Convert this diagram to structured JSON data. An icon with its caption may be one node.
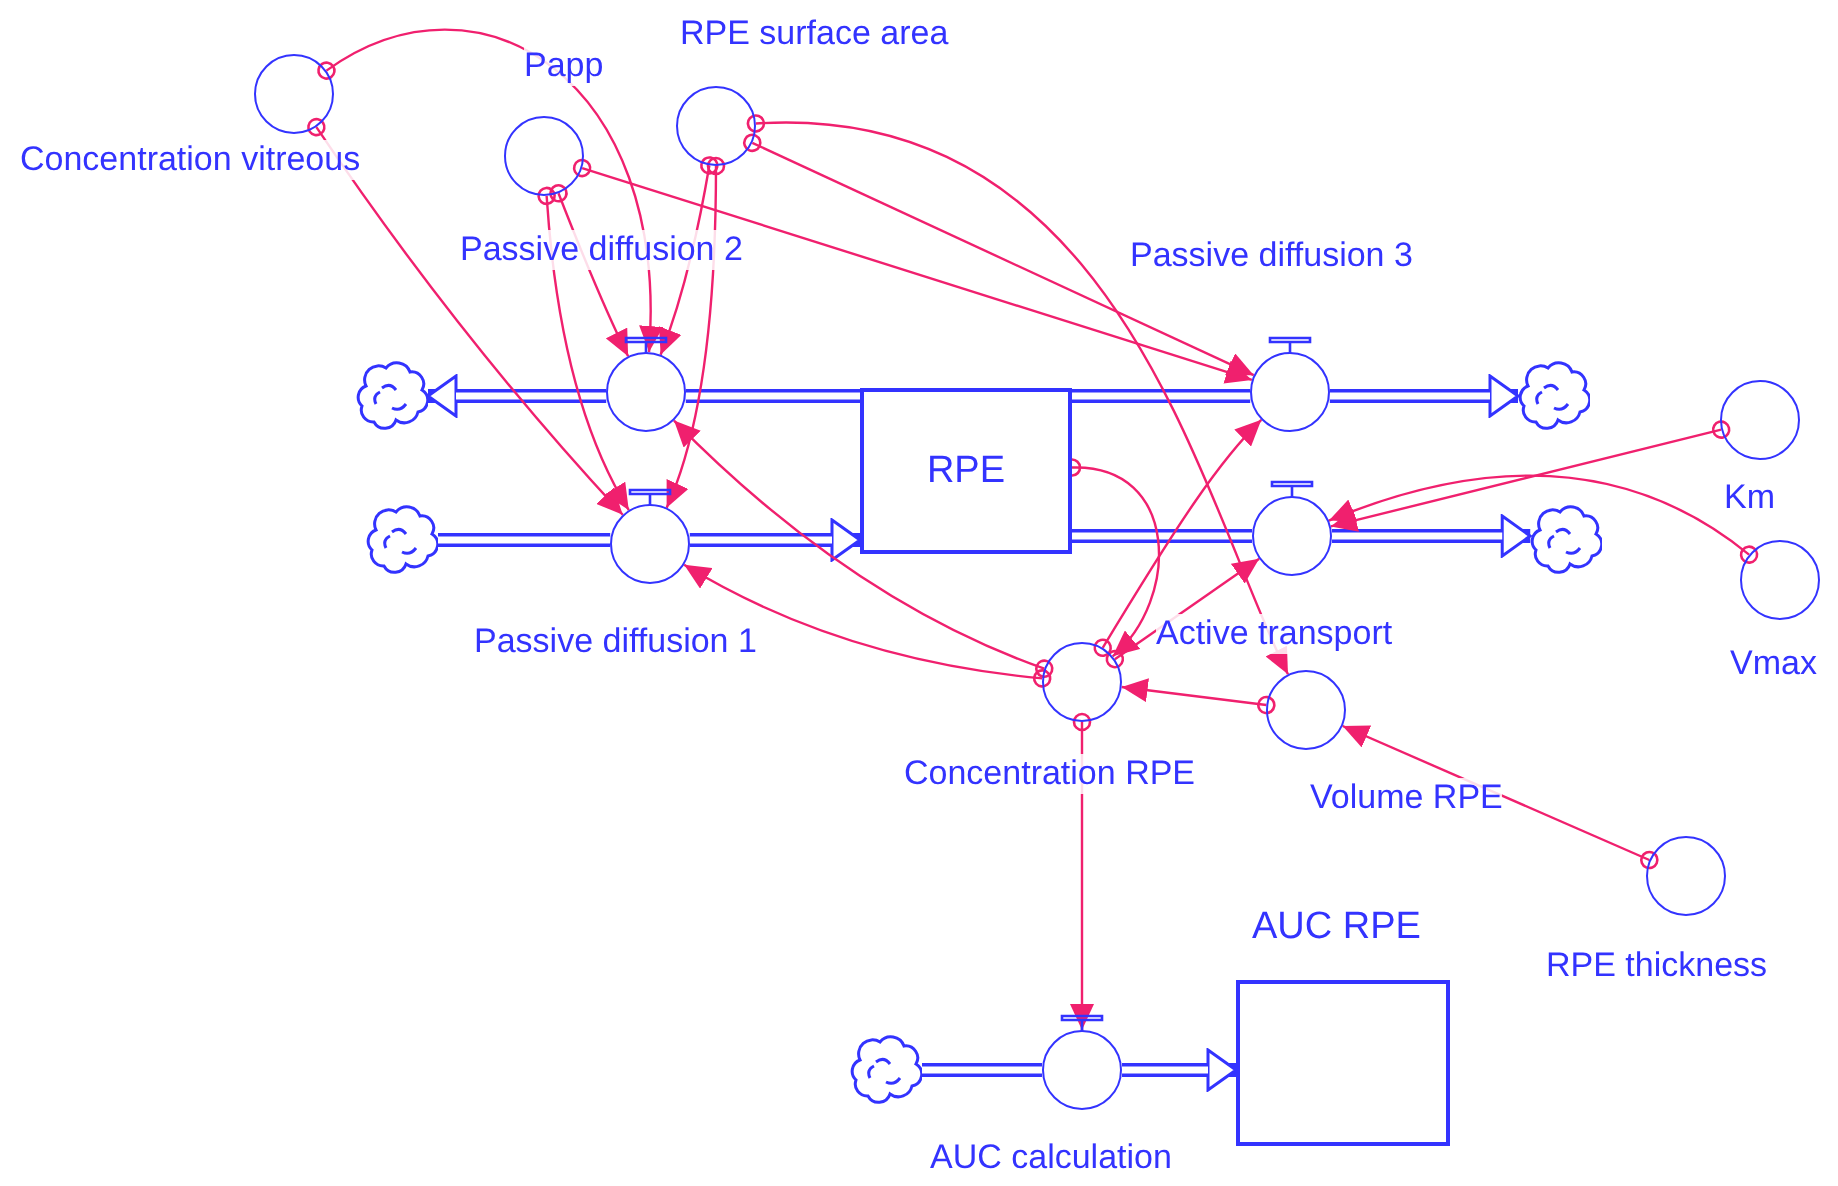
{
  "diagram": {
    "nodes": [
      {
        "text": [
          "Concentration vitreous"
        ]
      },
      {
        "text": [
          "Papp"
        ]
      },
      {
        "text": [
          "RPE surface area"
        ]
      },
      {
        "text": [
          "Passive diffusion 2"
        ]
      },
      {
        "text": [
          "Passive diffusion 3"
        ]
      },
      {
        "text": [
          "RPE"
        ]
      },
      {
        "text": [
          "Passive diffusion 1"
        ]
      },
      {
        "text": [
          "Active transport"
        ]
      },
      {
        "text": [
          "Km"
        ]
      },
      {
        "text": [
          "Vmax"
        ]
      },
      {
        "text": [
          "Concentration RPE"
        ]
      },
      {
        "text": [
          "Volume RPE"
        ]
      },
      {
        "text": [
          "RPE thickness"
        ]
      },
      {
        "text": [
          "AUC calculation"
        ]
      },
      {
        "text": [
          "AUC RPE"
        ]
      },
      {
        "text": [],
        "shape": "cloud"
      },
      {
        "text": [],
        "shape": "cloud"
      },
      {
        "text": [],
        "shape": "cloud"
      },
      {
        "text": [],
        "shape": "cloud"
      },
      {
        "text": [],
        "shape": "cloud"
      }
    ],
    "edges": [
      {
        "from": 5,
        "to": 3,
        "arrow": "none",
        "style": "thick",
        "color": "#3333ff"
      },
      {
        "from": 3,
        "to": 15,
        "arrow": "to",
        "style": "thick",
        "color": "#3333ff"
      },
      {
        "from": 16,
        "to": 6,
        "arrow": "none",
        "style": "thick",
        "color": "#3333ff"
      },
      {
        "from": 6,
        "to": 5,
        "arrow": "to",
        "style": "thick",
        "color": "#3333ff"
      },
      {
        "from": 5,
        "to": 4,
        "arrow": "none",
        "style": "thick",
        "color": "#3333ff"
      },
      {
        "from": 4,
        "to": 17,
        "arrow": "to",
        "style": "thick",
        "color": "#3333ff"
      },
      {
        "from": 5,
        "to": 7,
        "arrow": "none",
        "style": "thick",
        "color": "#3333ff"
      },
      {
        "from": 7,
        "to": 18,
        "arrow": "to",
        "style": "thick",
        "color": "#3333ff"
      },
      {
        "from": 19,
        "to": 13,
        "arrow": "none",
        "style": "thick",
        "color": "#3333ff"
      },
      {
        "from": 13,
        "to": 14,
        "arrow": "to",
        "style": "thick",
        "color": "#3333ff"
      },
      {
        "from": 0,
        "to": 3,
        "arrow": "to"
      },
      {
        "from": 0,
        "to": 6,
        "arrow": "to"
      },
      {
        "from": 1,
        "to": 3,
        "arrow": "to"
      },
      {
        "from": 1,
        "to": 6,
        "arrow": "to"
      },
      {
        "from": 1,
        "to": 4,
        "arrow": "to"
      },
      {
        "from": 2,
        "to": 3,
        "arrow": "to"
      },
      {
        "from": 2,
        "to": 6,
        "arrow": "to"
      },
      {
        "from": 2,
        "to": 4,
        "arrow": "to"
      },
      {
        "from": 2,
        "to": 11,
        "arrow": "to"
      },
      {
        "from": 10,
        "to": 3,
        "arrow": "to"
      },
      {
        "from": 10,
        "to": 6,
        "arrow": "to"
      },
      {
        "from": 10,
        "to": 4,
        "arrow": "to"
      },
      {
        "from": 10,
        "to": 7,
        "arrow": "to"
      },
      {
        "from": 5,
        "to": 10,
        "arrow": "to"
      },
      {
        "from": 11,
        "to": 10,
        "arrow": "to"
      },
      {
        "from": 12,
        "to": 11,
        "arrow": "to"
      },
      {
        "from": 8,
        "to": 7,
        "arrow": "to"
      },
      {
        "from": 9,
        "to": 7,
        "arrow": "to"
      },
      {
        "from": 10,
        "to": 13,
        "arrow": "to"
      }
    ]
  }
}
